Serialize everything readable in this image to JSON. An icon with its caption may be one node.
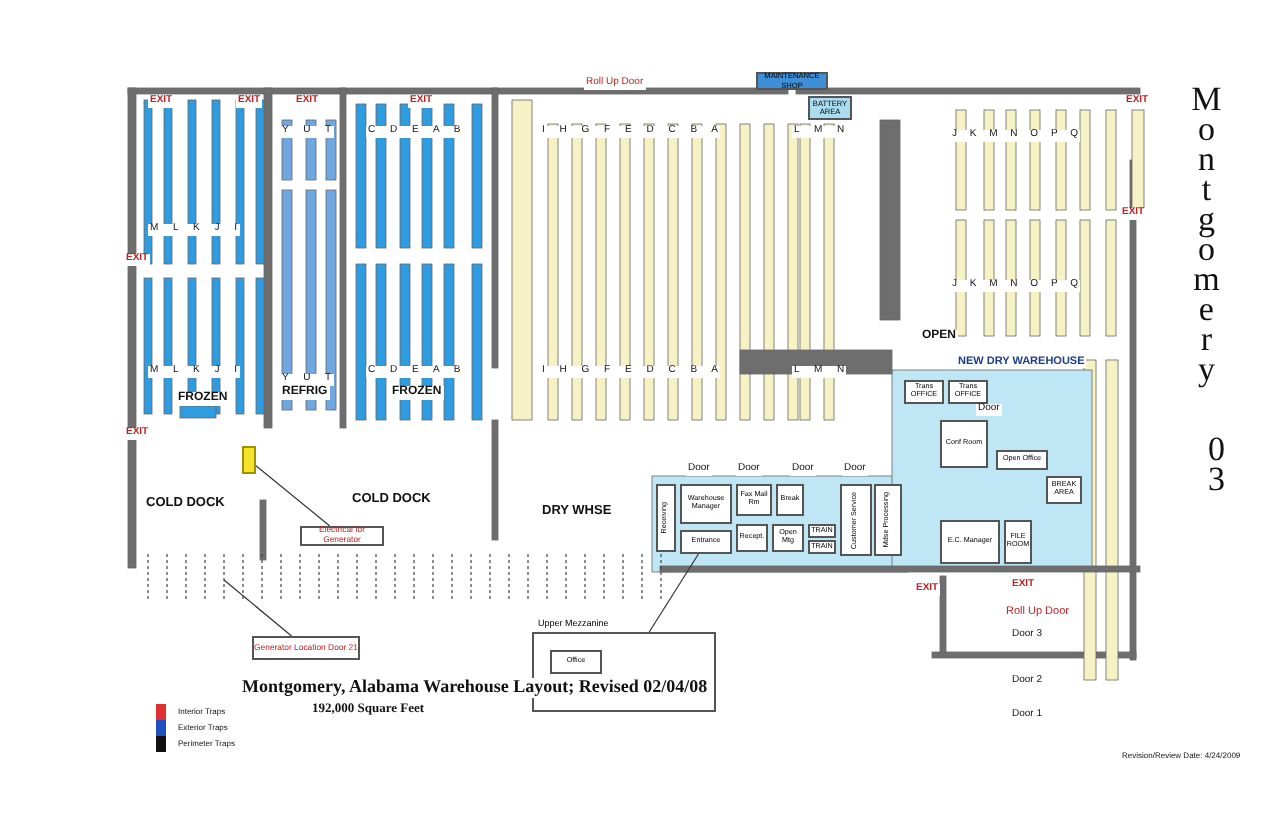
{
  "diagram": {
    "title": "Montgomery, Alabama Warehouse Layout; Revised 02/04/08",
    "caption": "192,000 Square Feet",
    "nodes": [
      {
        "text": [
          "Electrical for Generator"
        ]
      },
      {
        "text": [],
        "shape": "box"
      },
      {
        "text": [
          "Generator Location Door 21"
        ]
      },
      {
        "text": [
          "Upper Mezzanine"
        ]
      },
      {
        "text": [
          "Office"
        ],
        "in": 3
      },
      {
        "text": [
          "Entrance"
        ]
      },
      {
        "text": [
          "Warehouse Manager"
        ]
      },
      {
        "text": [
          "Receiving"
        ]
      },
      {
        "text": [
          "Fax Mail Rm"
        ]
      },
      {
        "text": [
          "Break"
        ]
      },
      {
        "text": [
          "Recept."
        ]
      },
      {
        "text": [
          "Open Mtg"
        ]
      },
      {
        "text": [
          "TRAIN"
        ]
      },
      {
        "text": [
          "TRAIN"
        ]
      },
      {
        "text": [
          "Customer Service"
        ]
      },
      {
        "text": [
          "Mdse Processing"
        ]
      },
      {
        "text": [
          "Trans OFFICE"
        ]
      },
      {
        "text": [
          "Trans OFFICE"
        ]
      },
      {
        "text": [
          "Conf Room"
        ]
      },
      {
        "text": [
          "Open Office"
        ]
      },
      {
        "text": [
          "BREAK AREA"
        ]
      },
      {
        "text": [
          "E.C. Manager"
        ]
      },
      {
        "text": [
          "FILE ROOM"
        ]
      },
      {
        "text": [
          "BATTERY AREA"
        ]
      },
      {
        "text": [
          "MAINTENANCE SHOP"
        ]
      }
    ],
    "edges": [
      {
        "from": 0,
        "to": 1,
        "arrow": "none"
      },
      {
        "from": 2,
        "to": null,
        "arrow": "none"
      },
      {
        "from": 3,
        "to": 5,
        "arrow": "none"
      }
    ],
    "labels": [
      "Roll Up Door",
      "EXIT",
      "EXIT",
      "EXIT",
      "EXIT",
      "EXIT",
      "M L K J I",
      "Y U T",
      "C D E A B",
      "I H G F E D C B A",
      "L M N",
      "J K M N O P Q",
      "EXIT",
      "EXIT",
      "M L K J I",
      "Y U T",
      "C D E A B",
      "I H G F E D C B A",
      "L M N",
      "J K M N O P Q",
      "OPEN",
      "NEW DRY WAREHOUSE",
      "FROZEN",
      "REFRIG",
      "FROZEN",
      "EXIT",
      "COLD DOCK",
      "COLD DOCK",
      "DRY WHSE",
      "Door",
      "Door",
      "Door",
      "Door",
      "Door",
      "EXIT",
      "EXIT",
      "Roll Up Door",
      "Door 3",
      "Door 2",
      "Door 1",
      "Montgomery",
      "03",
      "Revision/Review Date: 4/24/2009"
    ],
    "legend": [
      {
        "text": "Interior Traps",
        "color": "#e03030"
      },
      {
        "text": "Exterior Traps",
        "color": "#2050c0"
      },
      {
        "text": "Perimeter Traps",
        "color": "#111111"
      }
    ]
  }
}
